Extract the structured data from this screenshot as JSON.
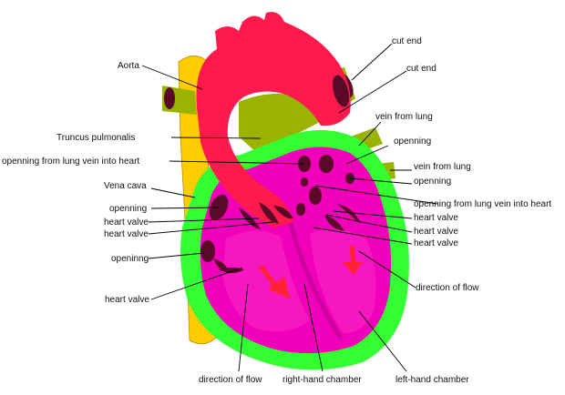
{
  "labels": {
    "aorta": "Aorta",
    "truncus_pulmonalis": "Truncus pulmonalis",
    "opening_lung_vein_left": "openning from lung vein into heart",
    "vena_cava": "Vena cava",
    "opening_left": "openning",
    "heart_valve_left_1": "heart valve",
    "heart_valve_left_2": "heart valve",
    "opening_left_lower": "openinng",
    "heart_valve_left_3": "heart valve",
    "direction_of_flow_bottom": "direction of flow",
    "right_hand_chamber": "right-hand chamber",
    "left_hand_chamber": "left-hand chamber",
    "cut_end_1": "cut end",
    "cut_end_2": "cut end",
    "vein_from_lung_1": "vein from lung",
    "opening_right_1": "openning",
    "vein_from_lung_2": "vein from lung",
    "opening_right_2": "openning",
    "opening_lung_vein_right": "openning from lung vein into heart",
    "heart_valve_right_1": "heart valve",
    "heart_valve_right_2": "heart valve",
    "heart_valve_right_3": "heart valve",
    "direction_of_flow_right": "direction of flow"
  },
  "colors": {
    "aorta": "#ff1a4d",
    "heart_inner": "#f000b8",
    "heart_outer": "#33ff33",
    "vena_cava": "#ffcc00",
    "pulmonary": "#99b300",
    "openings": "#5a0a28",
    "flow_arrow": "#ff2233"
  }
}
